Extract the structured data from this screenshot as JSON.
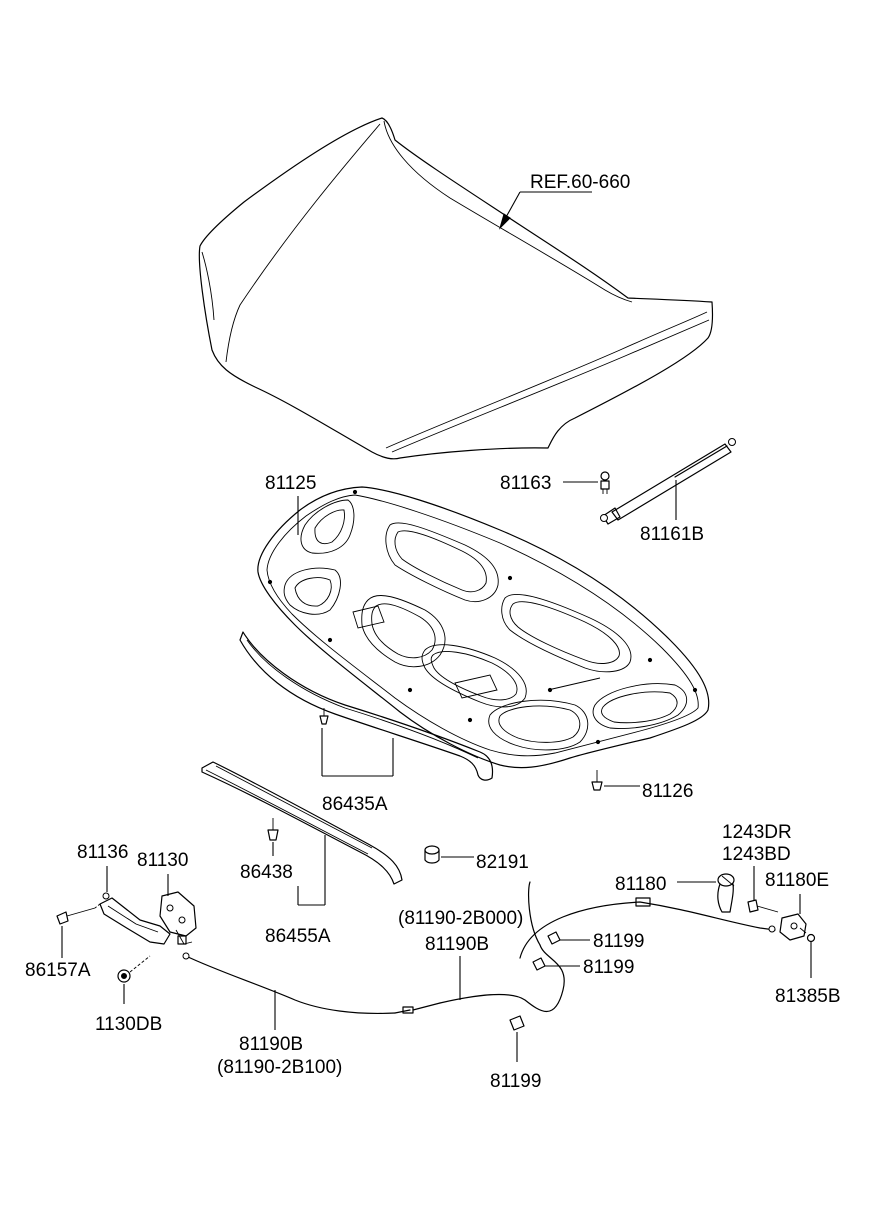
{
  "labels": {
    "ref_hood": "REF.60-660",
    "p81163": "81163",
    "p81161B": "81161B",
    "p81125": "81125",
    "p86435A": "86435A",
    "p81126": "81126",
    "p81136": "81136",
    "p81130": "81130",
    "p86438": "86438",
    "p82191": "82191",
    "p86455A": "86455A",
    "p1243DR": "1243DR",
    "p1243BD": "1243BD",
    "p81180": "81180",
    "p81180E": "81180E",
    "p81190_alt_top": "(81190-2B000)",
    "p81190B_top": "81190B",
    "p81199_a": "81199",
    "p81199_b": "81199",
    "p86157A": "86157A",
    "p1130DB": "1130DB",
    "p81385B": "81385B",
    "p81190B_bottom": "81190B",
    "p81190_alt_bottom": "(81190-2B100)",
    "p81199_c": "81199"
  }
}
